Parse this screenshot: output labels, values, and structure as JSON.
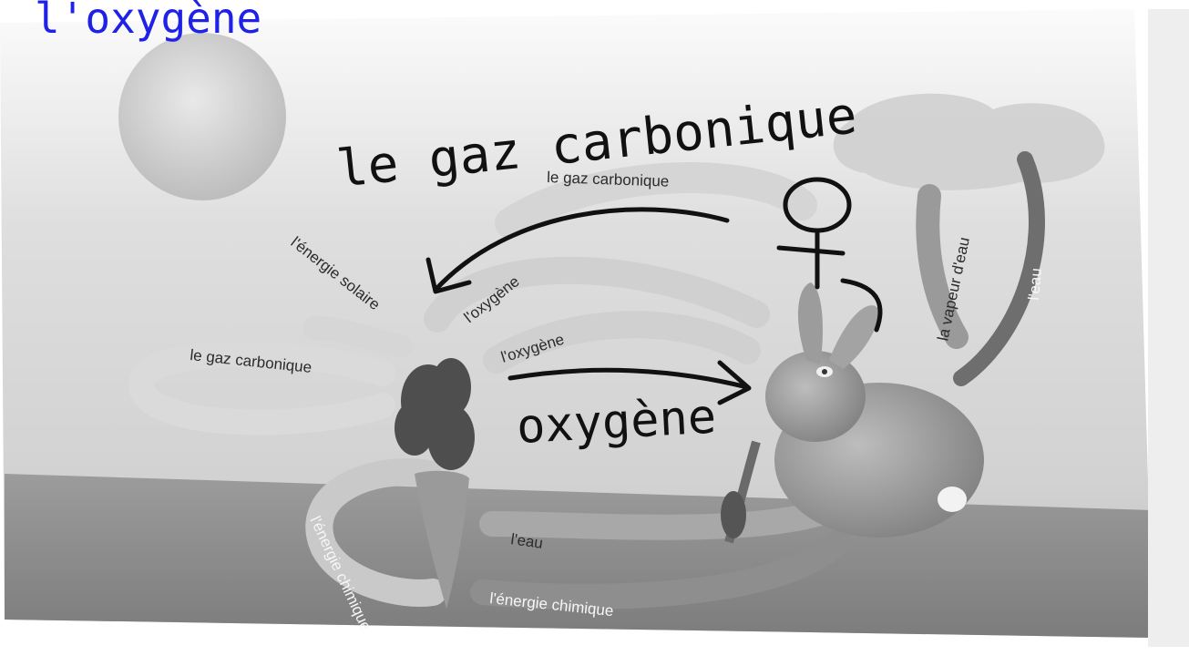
{
  "title": "l'oxygène",
  "printed_labels": {
    "gas_top": "le gaz carbonique",
    "solar": "l'énergie solaire",
    "oxygen_1": "l'oxygène",
    "oxygen_2": "l'oxygène",
    "gas_left": "le gaz carbonique",
    "vapour": "la vapeur d'eau",
    "water_right": "l'eau",
    "water_bottom": "l'eau",
    "chem_left": "l'énergie chimique",
    "chem_bottom": "l'énergie chimique"
  },
  "handwritten": {
    "top": "le gaz carbonique",
    "middle": "oxygène"
  },
  "colors": {
    "title": "#1f22e6",
    "ink": "#111111",
    "arrow_band": "#d8d8d8",
    "arrow_dark": "#6e6e6e"
  }
}
